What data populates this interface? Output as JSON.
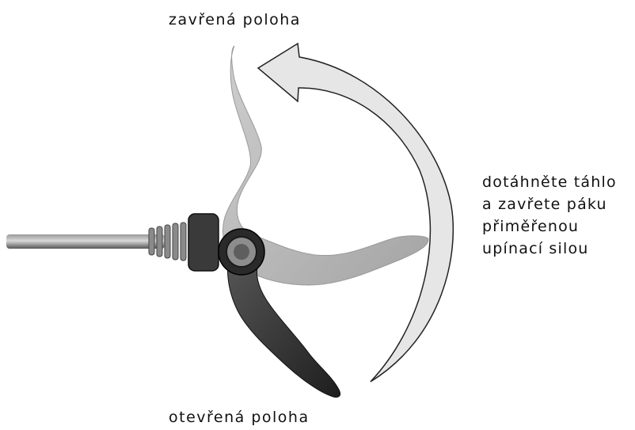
{
  "labels": {
    "closed_position": "zavřená poloha",
    "open_position": "otevřená poloha"
  },
  "instruction": {
    "lines": [
      "dotáhněte táhlo",
      "a zavřete páku",
      "přiměřenou",
      "upínací silou"
    ]
  },
  "colors": {
    "arrow_fill": "#e6e6e6",
    "arrow_stroke": "#222222",
    "lever_closed": "#b9b9b9",
    "lever_open": "#3a3a3a",
    "axle": "#6f6f6f",
    "text": "#111111"
  }
}
